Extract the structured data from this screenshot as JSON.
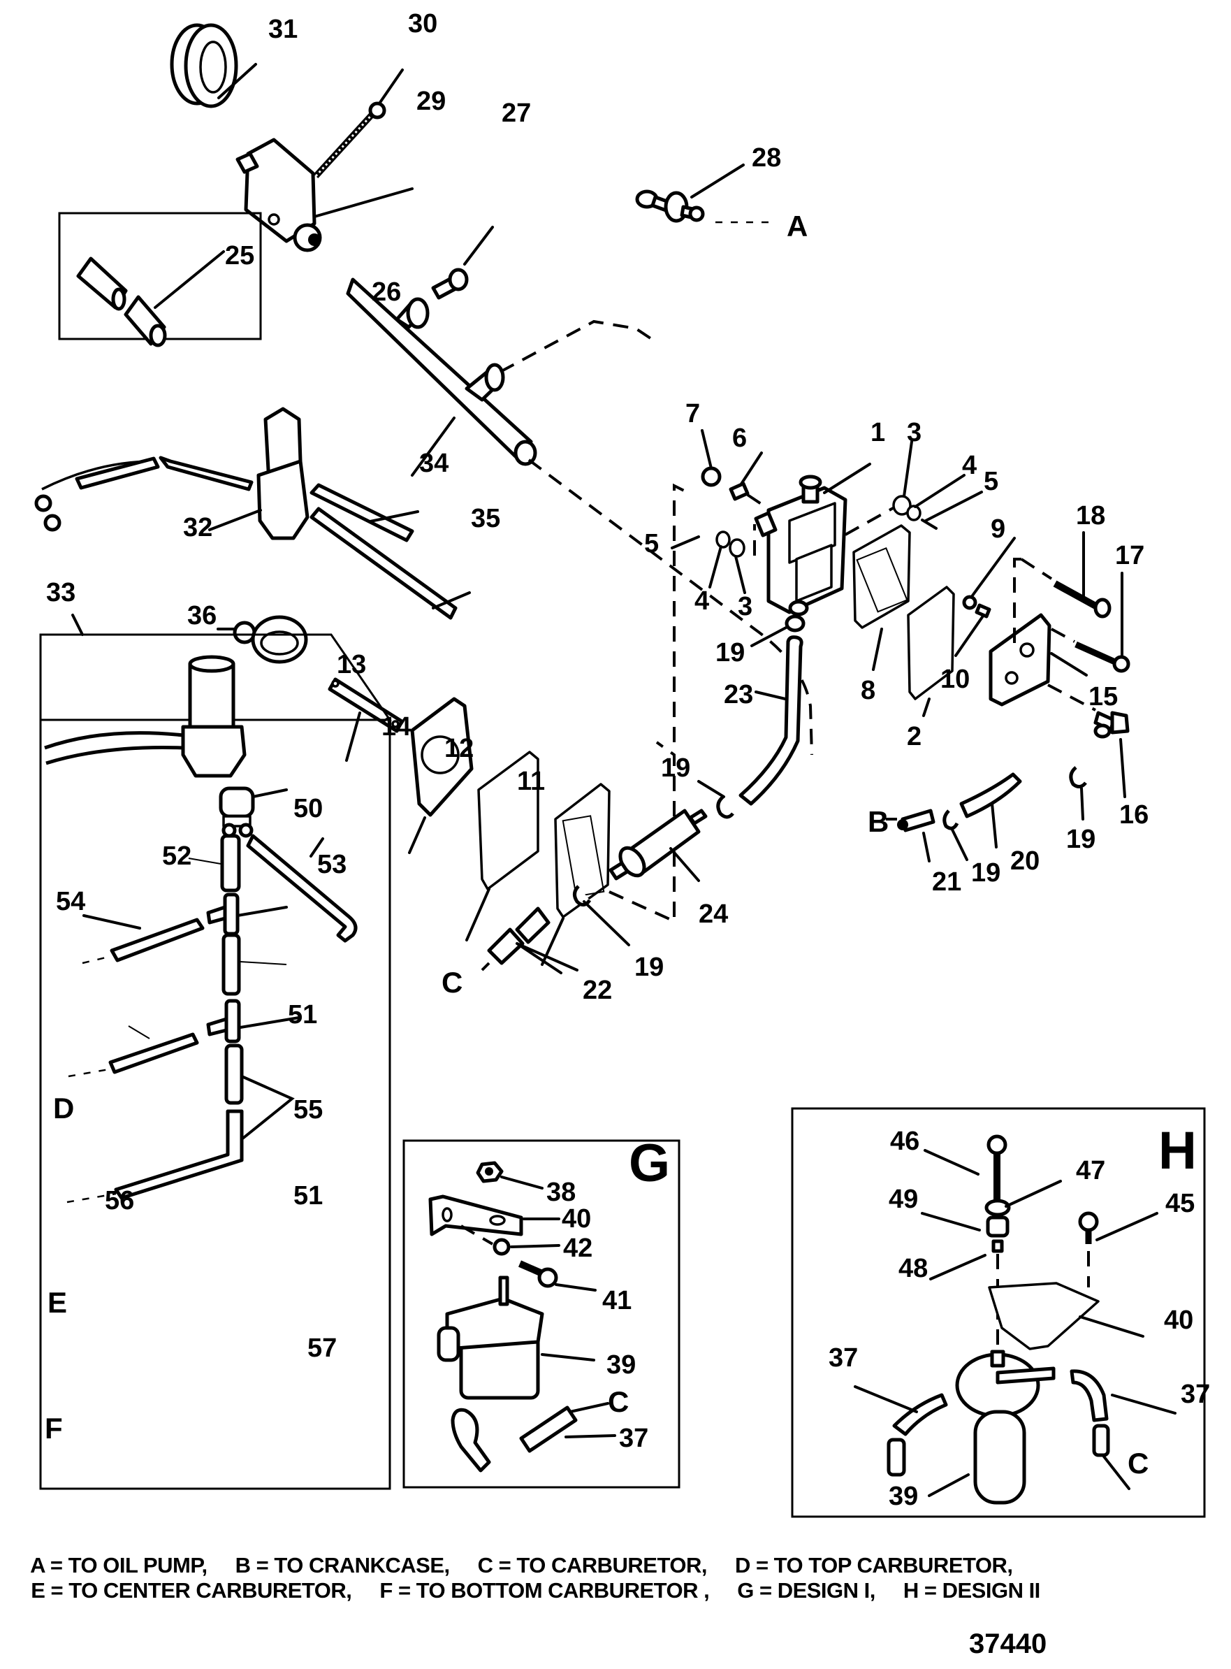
{
  "diagram": {
    "title": "Fuel pump and oil system exploded parts diagram",
    "figure_number": "37440",
    "callouts": {
      "c31": "31",
      "c30": "30",
      "c29": "29",
      "c27": "27",
      "c28": "28",
      "c26": "26",
      "c25": "25",
      "c7": "7",
      "c6": "6",
      "c1": "1",
      "c3a": "3",
      "c4a": "4",
      "c5a": "5",
      "c5b": "5",
      "c4b": "4",
      "c3b": "3",
      "c34": "34",
      "c35": "35",
      "c32": "32",
      "c18": "18",
      "c17": "17",
      "c9": "9",
      "c10": "10",
      "c15": "15",
      "c16": "16",
      "c19a": "19",
      "c8": "8",
      "c2": "2",
      "c23": "23",
      "c33": "33",
      "c36": "36",
      "c13": "13",
      "c14": "14",
      "c12": "12",
      "c11": "11",
      "c19b": "19",
      "c24": "24",
      "c19c": "19",
      "c20": "20",
      "c19d": "19",
      "c21": "21",
      "c22": "22",
      "c19e": "19",
      "c50": "50",
      "c53": "53",
      "c52": "52",
      "c51a": "51",
      "c54": "54",
      "c55": "55",
      "c56": "56",
      "c51b": "51",
      "c57": "57",
      "g38": "38",
      "g40": "40",
      "g42": "42",
      "g41": "41",
      "g39": "39",
      "g37": "37",
      "h46": "46",
      "h47": "47",
      "h49": "49",
      "h45": "45",
      "h48": "48",
      "h40": "40",
      "h37a": "37",
      "h37b": "37",
      "h39": "39"
    },
    "connection_letters": {
      "A": "A",
      "B": "B",
      "C_main": "C",
      "C_g": "C",
      "C_h": "C",
      "D": "D",
      "E": "E",
      "F": "F"
    },
    "design_boxes": {
      "G": "G",
      "H": "H"
    },
    "legend": {
      "line1": [
        "A = TO OIL PUMP,",
        "B = TO CRANKCASE,",
        "C = TO CARBURETOR,",
        "D = TO TOP CARBURETOR,"
      ],
      "line2": [
        "E = TO CENTER CARBURETOR,",
        "F = TO BOTTOM CARBURETOR ,",
        "G = DESIGN I,",
        "H = DESIGN II"
      ]
    }
  }
}
